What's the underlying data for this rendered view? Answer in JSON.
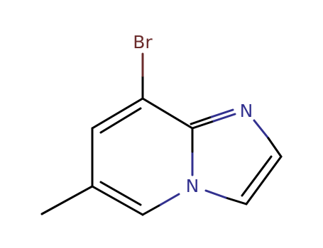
{
  "molecule": {
    "atoms": {
      "br": "Br",
      "n_imine": "N",
      "n_bridge": "N"
    },
    "colors": {
      "bond": "#000000",
      "nitrogen": "#32318f",
      "bromine": "#6b2c2c",
      "background": "#ffffff"
    }
  }
}
